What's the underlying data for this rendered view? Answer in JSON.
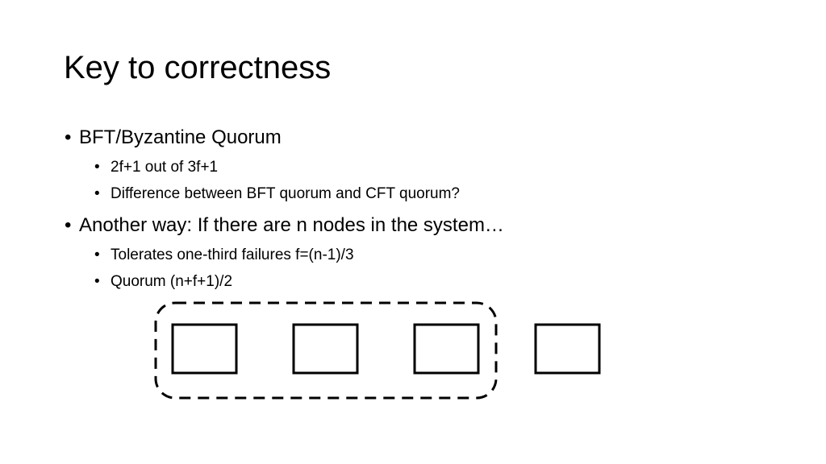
{
  "slide": {
    "title": "Key to correctness",
    "bullets": [
      {
        "text": "BFT/Byzantine Quorum",
        "sub": [
          "2f+1 out of 3f+1",
          "Difference between BFT quorum and CFT quorum?"
        ]
      },
      {
        "text": "Another way: If there are n nodes in the system…",
        "sub": [
          "Tolerates one-third failures f=(n-1)/3",
          "Quorum (n+f+1)/2"
        ]
      }
    ],
    "bullet_char": "•",
    "diagram": {
      "nodes": 4,
      "quorum_nodes": 3
    }
  }
}
